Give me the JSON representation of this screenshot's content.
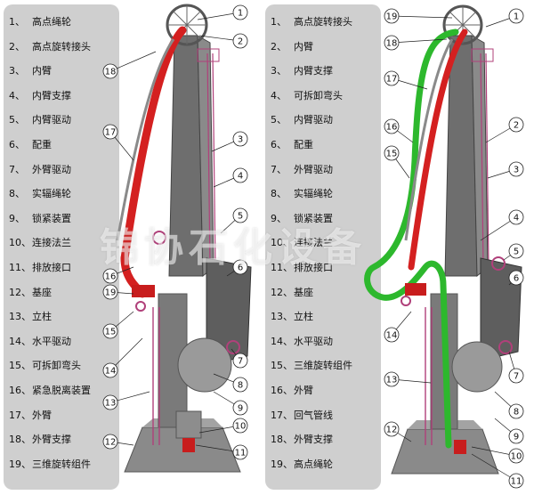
{
  "left_legend": [
    {
      "num": "1、",
      "label": "高点绳轮"
    },
    {
      "num": "2、",
      "label": "高点旋转接头"
    },
    {
      "num": "3、",
      "label": "内臂"
    },
    {
      "num": "4、",
      "label": "内臂支撑"
    },
    {
      "num": "5、",
      "label": "内臂驱动"
    },
    {
      "num": "6、",
      "label": "配重"
    },
    {
      "num": "7、",
      "label": "外臂驱动"
    },
    {
      "num": "8、",
      "label": "实辐绳轮"
    },
    {
      "num": "9、",
      "label": "锁紧装置"
    },
    {
      "num": "10、",
      "label": "连接法兰"
    },
    {
      "num": "11、",
      "label": "排放接口"
    },
    {
      "num": "12、",
      "label": "基座"
    },
    {
      "num": "13、",
      "label": "立柱"
    },
    {
      "num": "14、",
      "label": "水平驱动"
    },
    {
      "num": "15、",
      "label": "可拆卸弯头"
    },
    {
      "num": "16、",
      "label": "紧急脱离装置"
    },
    {
      "num": "17、",
      "label": "外臂"
    },
    {
      "num": "18、",
      "label": "外臂支撑"
    },
    {
      "num": "19、",
      "label": "三维旋转组件"
    }
  ],
  "right_legend": [
    {
      "num": "1、",
      "label": "高点旋转接头"
    },
    {
      "num": "2、",
      "label": "内臂"
    },
    {
      "num": "3、",
      "label": "内臂支撑"
    },
    {
      "num": "4、",
      "label": "可拆卸弯头"
    },
    {
      "num": "5、",
      "label": "内臂驱动"
    },
    {
      "num": "6、",
      "label": "配重"
    },
    {
      "num": "7、",
      "label": "外臂驱动"
    },
    {
      "num": "8、",
      "label": "实辐绳轮"
    },
    {
      "num": "9、",
      "label": "锁紧装置"
    },
    {
      "num": "10、",
      "label": "连接法兰"
    },
    {
      "num": "11、",
      "label": "排放接口"
    },
    {
      "num": "12、",
      "label": "基座"
    },
    {
      "num": "13、",
      "label": "立柱"
    },
    {
      "num": "14、",
      "label": "水平驱动"
    },
    {
      "num": "15、",
      "label": "三维旋转组件"
    },
    {
      "num": "16、",
      "label": "外臂"
    },
    {
      "num": "17、",
      "label": "回气管线"
    },
    {
      "num": "18、",
      "label": "外臂支撑"
    },
    {
      "num": "19、",
      "label": "高点绳轮"
    }
  ],
  "left_callouts": [
    "1",
    "2",
    "3",
    "4",
    "5",
    "6",
    "7",
    "8",
    "9",
    "10",
    "11",
    "12",
    "13",
    "14",
    "15",
    "16",
    "17",
    "18",
    "19"
  ],
  "right_callouts": [
    "1",
    "2",
    "3",
    "4",
    "5",
    "6",
    "7",
    "8",
    "9",
    "10",
    "11",
    "12",
    "13",
    "14",
    "15",
    "16",
    "17",
    "18",
    "19"
  ],
  "watermark": "锦协石化设备",
  "colors": {
    "liquid_arm": "#d42020",
    "vapor_line": "#2db82d",
    "structure": "#6e6e6e",
    "ladder": "#b0407a",
    "panel": "#cfcfcf"
  }
}
